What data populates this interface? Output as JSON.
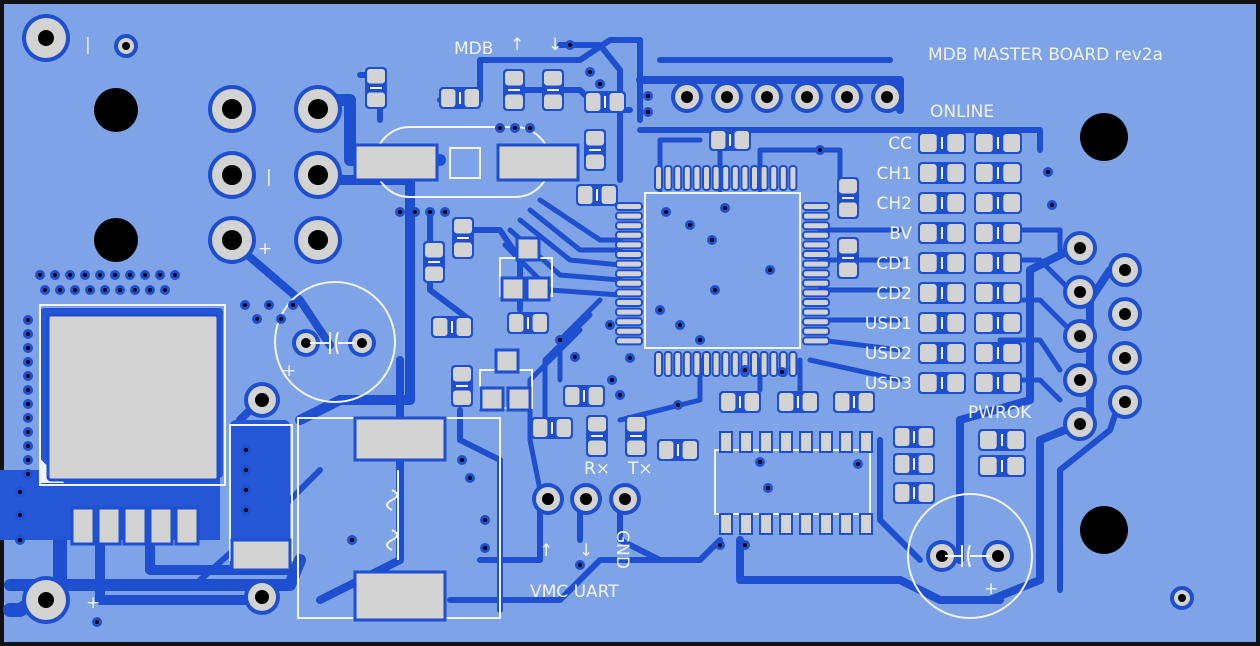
{
  "board": {
    "title": "MDB MASTER BOARD rev2a",
    "colors": {
      "substrate": "#7ea3e6",
      "edge": "#1a1a1a",
      "trace": "#1e4fd0",
      "pad": "#d3d3d3",
      "silkscreen": "#f2f4fa",
      "hole": "#000000"
    }
  },
  "labels": {
    "mdb": "MDB",
    "online": "ONLINE",
    "led_rows": [
      "CC",
      "CH1",
      "CH2",
      "BV",
      "CD1",
      "CD2",
      "USD1",
      "USD2",
      "USD3"
    ],
    "pwrok": "PWROK",
    "rx": "R×",
    "tx": "T×",
    "vmc_uart": "VMC UART",
    "gnd": "GND",
    "plus_symbol": "+",
    "minus_symbol": "|",
    "arrow_up": "↑",
    "arrow_down": "↓"
  }
}
